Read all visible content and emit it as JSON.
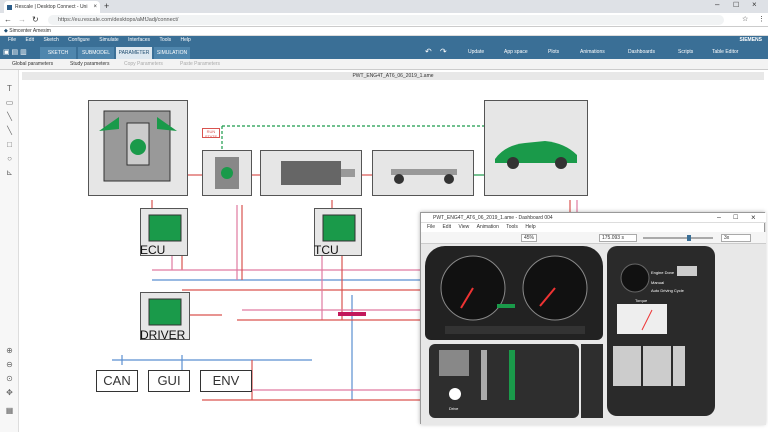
{
  "browser": {
    "tab_title": "Rescale | Desktop Connect - Uni",
    "url": "https://eu.rescale.com/desktops/aMfJadj/connect/"
  },
  "app": {
    "title": "Simcenter Amesim",
    "brand": "SIEMENS",
    "menu": [
      "File",
      "Edit",
      "Sketch",
      "Configure",
      "Simulate",
      "Interfaces",
      "Tools",
      "Help"
    ],
    "tabs": [
      "SKETCH",
      "SUBMODEL",
      "PARAMETER",
      "SIMULATION"
    ],
    "ribbon": [
      "Update",
      "App space",
      "Plots",
      "Animations",
      "Dashboards",
      "Scripts",
      "Table Editor"
    ],
    "subbar": [
      "Global parameters",
      "Study parameters",
      "Copy Parameters",
      "Paste Parameters"
    ]
  },
  "document": {
    "title": "PWT_ENG4T_AT6_06_2019_1.ame"
  },
  "diagram": {
    "labels": {
      "ecu": "ECU",
      "tcu": "TCU",
      "driver": "DRIVER",
      "can": "CAN",
      "gui": "GUI",
      "env": "ENV",
      "run_state": "RUN\nSTATE"
    }
  },
  "dashboard": {
    "title": "PWT_ENG4T_AT6_06_2019_1.ame - Dashboard 004",
    "menu": [
      "File",
      "Edit",
      "View",
      "Animation",
      "Tools",
      "Help"
    ],
    "zoom": "45%",
    "time": "175.093 s",
    "speed": "3x",
    "labels": {
      "engine_off": "Engine Done",
      "manual": "Manual",
      "auto": "Auto Driving Cycle",
      "torque": "Torque",
      "driver": "Drive"
    }
  },
  "colors": {
    "accent": "#3a6f96",
    "green": "#1a9a4a",
    "red_line": "#d9534f",
    "pink_line": "#e07aa0",
    "blue_line": "#5b8fd0"
  }
}
